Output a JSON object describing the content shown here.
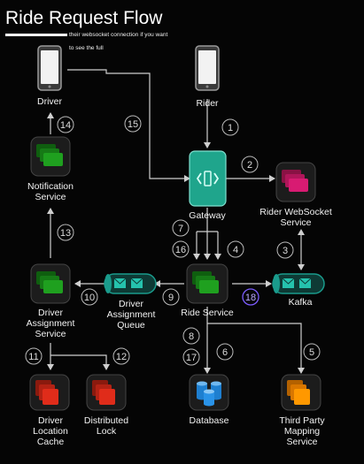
{
  "title": "Ride Request Flow",
  "caption": {
    "line1": "their websocket connection if you want",
    "line2": "to see the full"
  },
  "nodes": {
    "driver": "Driver",
    "rider": "Rider",
    "gateway": "Gateway",
    "rider_ws": [
      "Rider WebSocket",
      "Service"
    ],
    "notification": [
      "Notification",
      "Service"
    ],
    "driver_assign_service": [
      "Driver",
      "Assignment",
      "Service"
    ],
    "driver_assign_queue": [
      "Driver",
      "Assignment",
      "Queue"
    ],
    "ride_service": "Ride Service",
    "kafka": "Kafka",
    "driver_location_cache": [
      "Driver",
      "Location",
      "Cache"
    ],
    "distributed_lock": [
      "Distributed",
      "Lock"
    ],
    "database": "Database",
    "third_party": [
      "Third Party",
      "Mapping",
      "Service"
    ]
  },
  "steps": [
    "1",
    "2",
    "3",
    "4",
    "5",
    "6",
    "7",
    "8",
    "9",
    "10",
    "11",
    "12",
    "13",
    "14",
    "15",
    "16",
    "17",
    "18"
  ],
  "colors": {
    "gateway": "#1fa58c",
    "rider_ws": "#c2185b",
    "green_service": "#1b8a1b",
    "queue": "#1a9b8c",
    "red_service": "#c62818",
    "database": "#1e7fd0",
    "third_party": "#f08c00",
    "arrow": "#cfcfcf",
    "step18": "#7c5cff"
  }
}
